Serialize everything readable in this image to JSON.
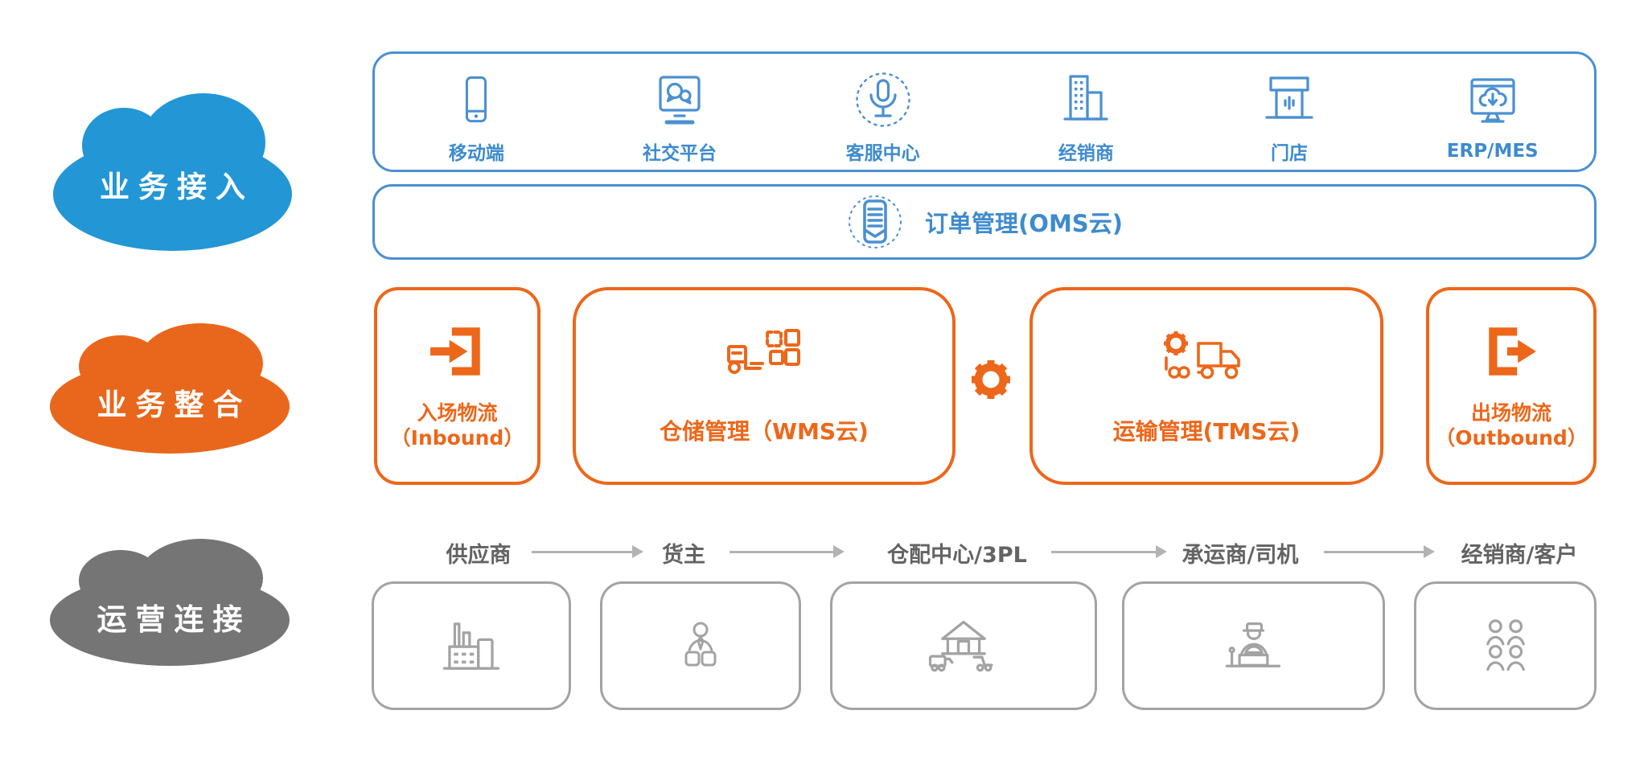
{
  "layers": {
    "access": {
      "cloud_label": "业务接入",
      "channels": [
        {
          "label": "移动端",
          "icon": "mobile"
        },
        {
          "label": "社交平台",
          "icon": "social-platform"
        },
        {
          "label": "客服中心",
          "icon": "call-center-mic"
        },
        {
          "label": "经销商",
          "icon": "dealer-building"
        },
        {
          "label": "门店",
          "icon": "store-front"
        },
        {
          "label": "ERP/MES",
          "icon": "erp-cloud-monitor"
        }
      ],
      "oms_label": "订单管理(OMS云)",
      "oms_icon": "order-document"
    },
    "integration": {
      "cloud_label": "业务整合",
      "inbound_line1": "入场物流",
      "inbound_line2": "（Inbound）",
      "wms_label": "仓储管理（WMS云)",
      "tms_label": "运输管理(TMS云)",
      "outbound_line1": "出场物流",
      "outbound_line2": "（Outbound）",
      "joint_icon": "gear"
    },
    "operation": {
      "cloud_label": "运营连接",
      "nodes": [
        {
          "label": "供应商",
          "icon": "factory"
        },
        {
          "label": "货主",
          "icon": "cargo-owner"
        },
        {
          "label": "仓配中心/3PL",
          "icon": "warehouse-distribution"
        },
        {
          "label": "承运商/司机",
          "icon": "driver"
        },
        {
          "label": "经销商/客户",
          "icon": "customers-group"
        }
      ]
    }
  },
  "colors": {
    "cloud_blue": "#2396d5",
    "cloud_orange": "#e8671c",
    "cloud_gray": "#757575",
    "blue_stroke": "#4a90d2",
    "blue_text": "#3d8bce",
    "orange": "#ed671a",
    "gray_stroke": "#a3a3a3",
    "flow_label_gray": "#636363",
    "arrow_gray": "#b3b3b3"
  }
}
